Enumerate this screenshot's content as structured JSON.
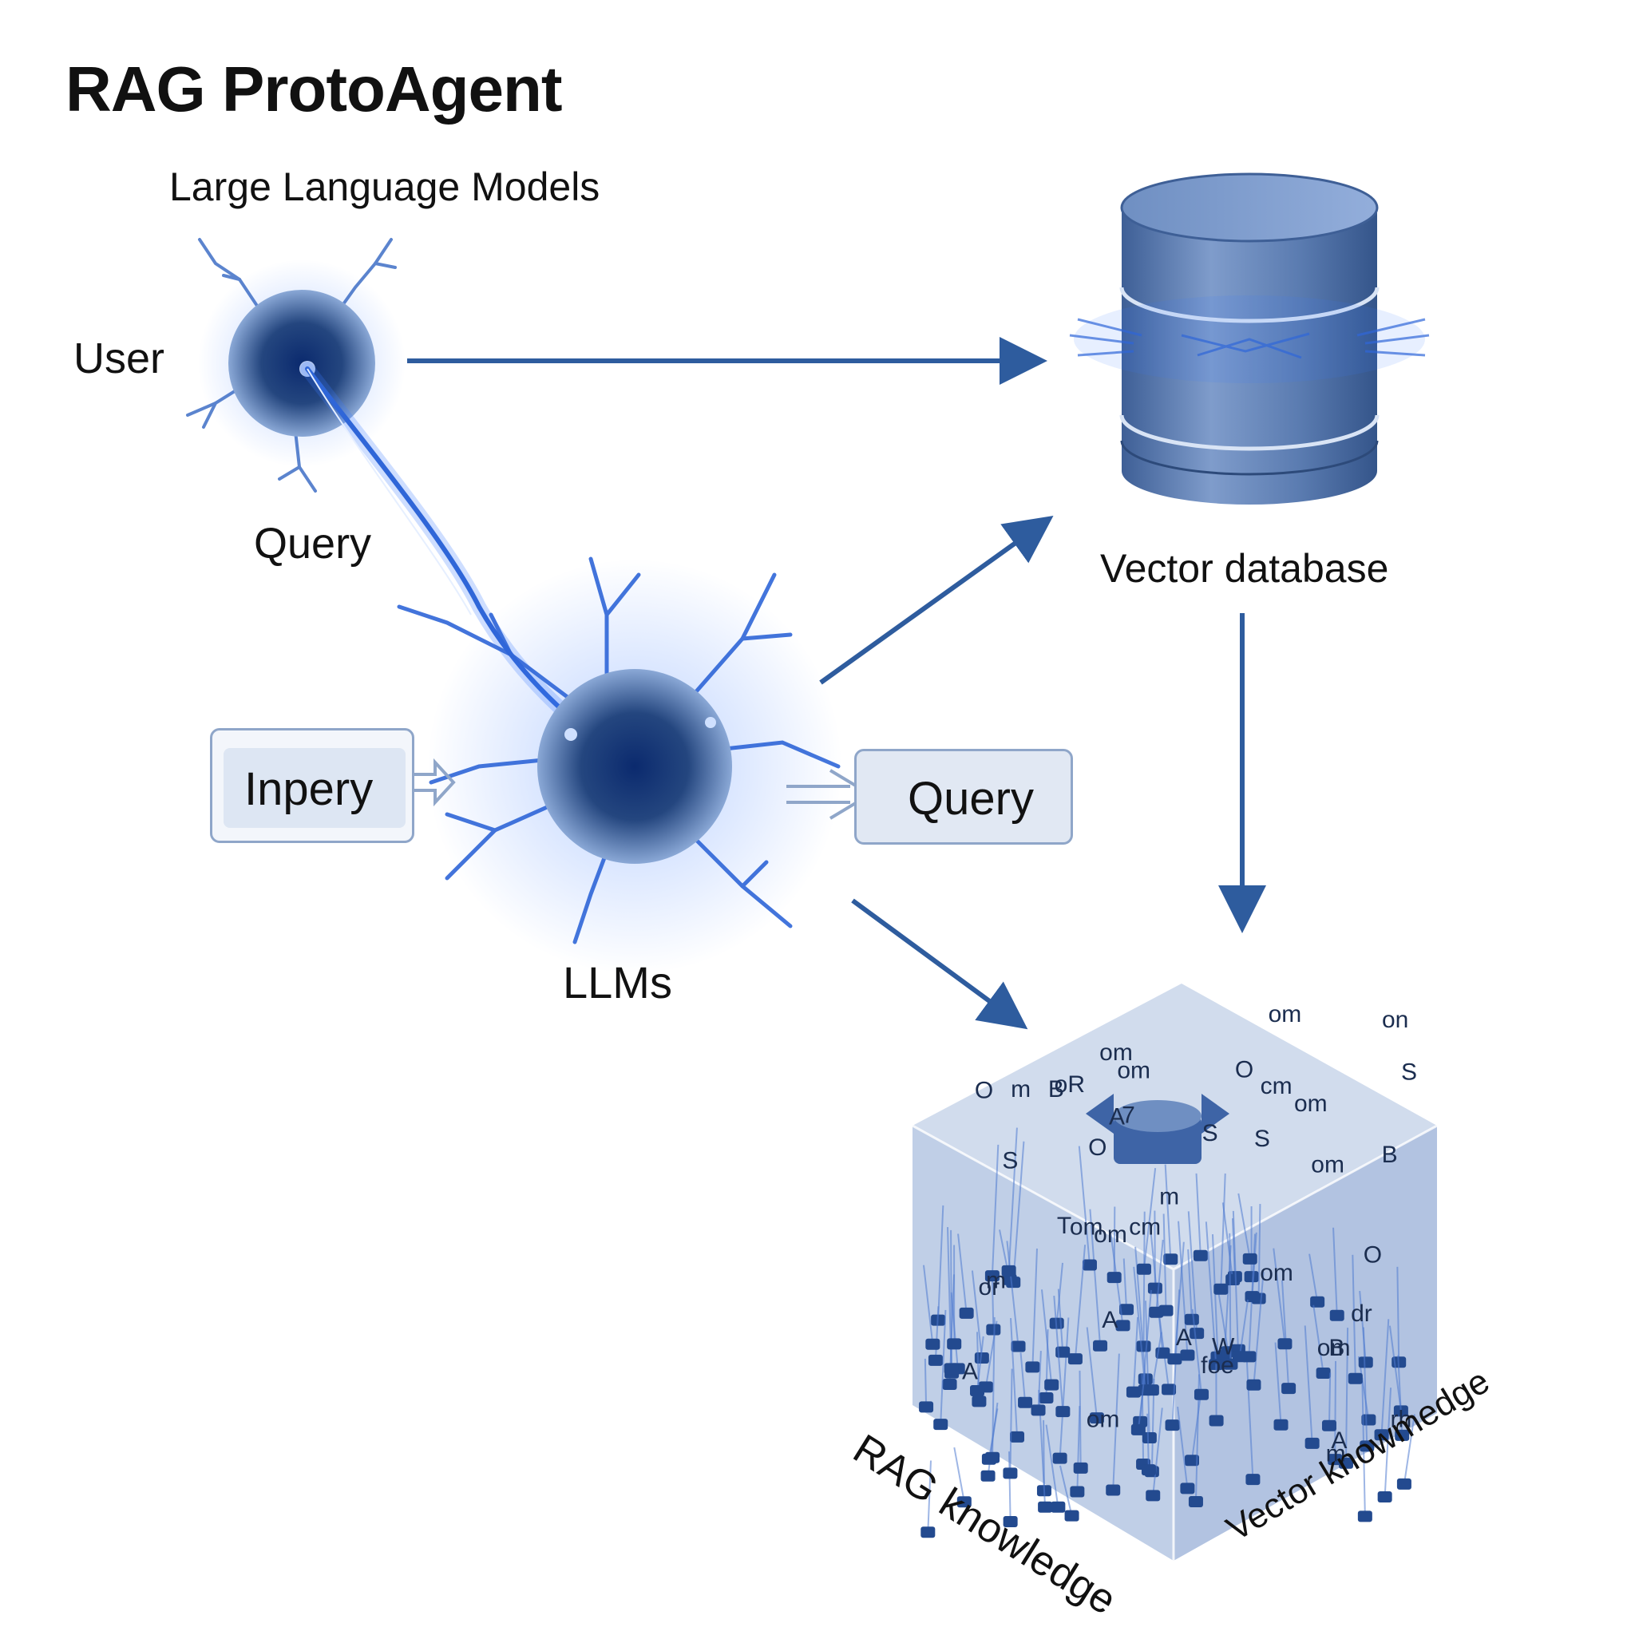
{
  "title": "RAG ProtoAgent",
  "subtitle": "Large Language Models",
  "nodes": {
    "user": "User",
    "query_top": "Query",
    "llms": "LLMs",
    "vector_database": "Vector database",
    "input_box": "Inpery",
    "output_box": "Query",
    "rag_knowledge": "RAG knowledge",
    "vector_knowledge": "Vector knowmedge"
  },
  "cube_glyphs": [
    "B",
    "dr",
    "om",
    "S",
    "A",
    "W",
    "rh",
    "B",
    "S",
    "om",
    "7",
    "om",
    "on",
    "O",
    "m",
    "om",
    "A",
    "foe",
    "S",
    "om",
    "B",
    "om",
    "A",
    "S",
    "m",
    "om",
    "A",
    "oR",
    "m",
    "om",
    "om",
    "cm",
    "O",
    "m",
    "om",
    "or",
    "A",
    "cm",
    "O",
    "O",
    "T"
  ],
  "colors": {
    "accent": "#2e5c9e",
    "glow": "#3a7bff",
    "cube": "#b5c7e3",
    "database": "#5a7bb0"
  }
}
